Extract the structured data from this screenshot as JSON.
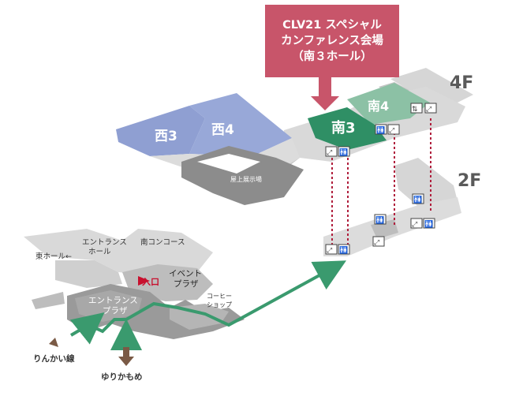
{
  "callout": {
    "line1": "CLV21 スペシャル",
    "line2": "カンファレンス会場",
    "line3": "（南３ホール）"
  },
  "floors": {
    "upper": "4F",
    "lower": "2F"
  },
  "halls": {
    "west3": "西3",
    "west4": "西4",
    "south3": "南3",
    "south4": "南4"
  },
  "areas": {
    "rooftop": "屋上展示場",
    "entrance_hall": "エントランス\nホール",
    "south_concourse": "南コンコース",
    "east_hall": "東ホール←",
    "event_plaza": "イベント\nプラザ",
    "entrance": "入口",
    "entrance_plaza": "エントランス\nプラザ",
    "coffee_shop": "コーヒー\nショップ"
  },
  "stations": {
    "rinkai": "りんかい線",
    "yurikamome": "ゆりかもめ"
  },
  "colors": {
    "callout": "#c8556a",
    "south3": "#2f8f65",
    "south4": "#8cc1a5",
    "west": "#8f9fd2",
    "route": "#3a9a6e",
    "dotted": "#b01e3c",
    "entrance_marker": "#c8102e",
    "station_arrow": "#7a5a45",
    "floor": "#d9d9d9",
    "wall": "#8a8a8a"
  },
  "icons": [
    "escalator-icon",
    "elevator-icon",
    "restroom-icon"
  ]
}
